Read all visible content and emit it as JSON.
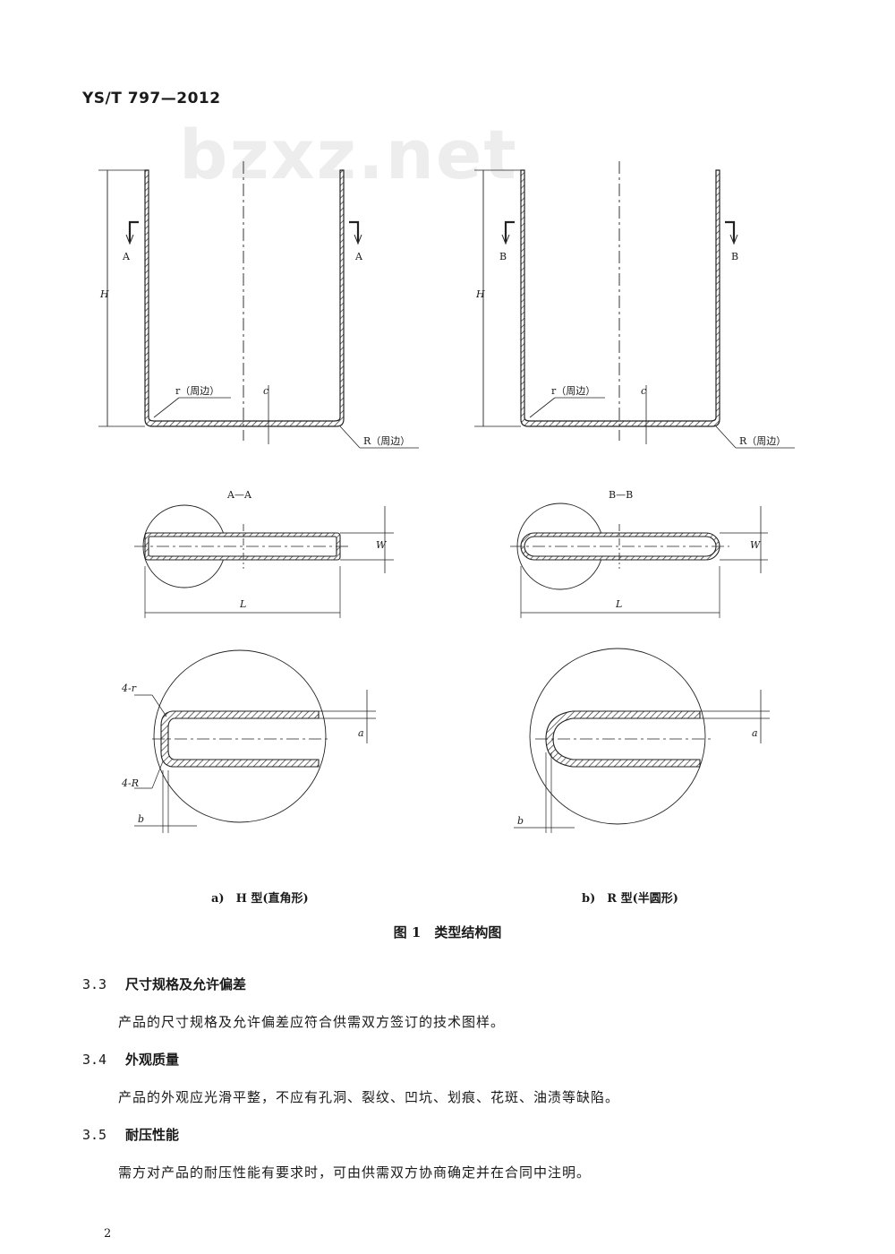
{
  "header": {
    "code": "YS/T 797—2012"
  },
  "watermark": {
    "text": "bzxz.net"
  },
  "figure": {
    "top_labels": {
      "section_a": "A",
      "section_b": "B",
      "height": "H",
      "wall": "c",
      "inner_radius": "r（周边）",
      "outer_radius": "R（周边）"
    },
    "section_titles": {
      "a": "A—A",
      "b": "B—B"
    },
    "dims": {
      "width": "W",
      "length": "L",
      "thickness": "a",
      "offset": "b",
      "corner_r": "4-r",
      "corner_R": "4-R"
    },
    "caption_a": "a)　H 型(直角形)",
    "caption_b": "b)　R 型(半圆形)",
    "title": "图 1　类型结构图"
  },
  "sections": [
    {
      "number": "3.3",
      "title": "尺寸规格及允许偏差",
      "text": "产品的尺寸规格及允许偏差应符合供需双方签订的技术图样。"
    },
    {
      "number": "3.4",
      "title": "外观质量",
      "text": "产品的外观应光滑平整，不应有孔洞、裂纹、凹坑、划痕、花斑、油渍等缺陷。"
    },
    {
      "number": "3.5",
      "title": "耐压性能",
      "text": "需方对产品的耐压性能有要求时，可由供需双方协商确定并在合同中注明。"
    }
  ],
  "footer": {
    "page_number": "2"
  }
}
